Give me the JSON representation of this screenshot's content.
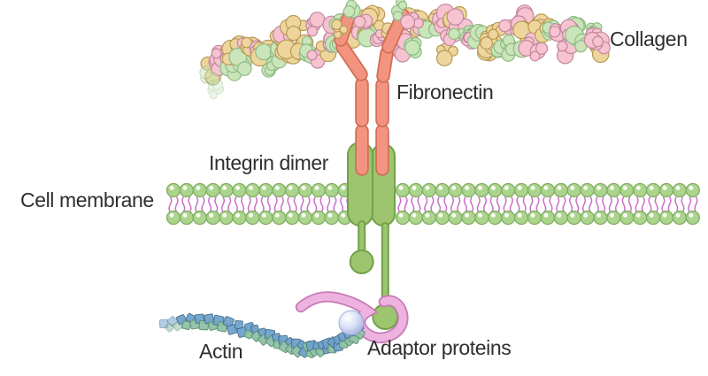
{
  "diagram": {
    "labels": {
      "collagen": "Collagen",
      "fibronectin": "Fibronectin",
      "integrin_dimer": "Integrin dimer",
      "cell_membrane": "Cell membrane",
      "actin": "Actin",
      "adaptor_proteins": "Adaptor proteins"
    },
    "colors": {
      "background": "#ffffff",
      "label_text": "#2e2e2e",
      "collagen_pink": "#f7c3d0",
      "collagen_pink_edge": "#c2879e",
      "collagen_tan": "#eed59b",
      "collagen_tan_edge": "#b89a58",
      "collagen_green": "#c9e5b9",
      "collagen_green_edge": "#8fbb85",
      "fibronectin_fill": "#f29480",
      "fibronectin_edge": "#d26e57",
      "integrin_fill": "#9dc46f",
      "integrin_edge": "#73a149",
      "lipid_head_fill": "#abd48c",
      "lipid_head_edge": "#7fae62",
      "lipid_tail": "#c667c4",
      "adaptor_fill": "#edb2df",
      "adaptor_edge": "#c779b5",
      "sphere_highlight": "#ffffff",
      "sphere_mid": "#dde3f7",
      "sphere_dark": "#9fabdd",
      "sphere_edge": "#8894cc",
      "actin_blue": "#6fa3cc",
      "actin_blue_edge": "#49708f",
      "actin_green": "#8fc2a6",
      "actin_green_edge": "#5e8f72"
    }
  }
}
